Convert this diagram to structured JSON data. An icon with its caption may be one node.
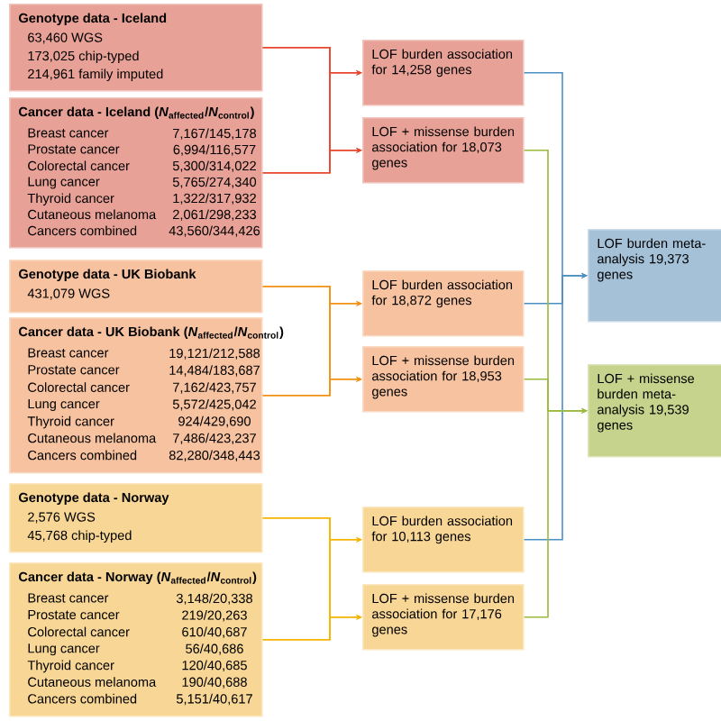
{
  "diagram": {
    "nodes": [
      {
        "text": [
          "Genotype data - Iceland",
          "63,460 WGS",
          "173,025 chip-typed",
          "214,961 family imputed"
        ]
      },
      {
        "text": [
          "Cancer data - Iceland (*N*$_{affected}$/*N*$_{control}$)",
          "Breast cancer",
          "7,167/145,178",
          "Prostate cancer",
          "6,994/116,577",
          "Colorectal cancer",
          "5,300/314,022",
          "Lung cancer",
          "5,765/274,340",
          "Thyroid cancer",
          "1,322/317,932",
          "Cutaneous melanoma",
          "2,061/298,233",
          "Cancers combined",
          "43,560/344,426"
        ]
      },
      {
        "text": [
          "LOF burden association for 14,258 genes"
        ]
      },
      {
        "text": [
          "LOF + missense burden association for 18,073 genes"
        ]
      },
      {
        "text": [
          "Genotype data - UK Biobank",
          "431,079 WGS"
        ]
      },
      {
        "text": [
          "Cancer data - UK Biobank (*N*$_{affected}$/*N*$_{control}$)",
          "Breast cancer",
          "19,121/212,588",
          "Prostate cancer",
          "14,484/183,687",
          "Colorectal cancer",
          "7,162/423,757",
          "Lung cancer",
          "5,572/425,042",
          "Thyroid cancer",
          "924/429,690",
          "Cutaneous melanoma",
          "7,486/423,237",
          "Cancers combined",
          "82,280/348,443"
        ]
      },
      {
        "text": [
          "LOF burden association for 18,872 genes"
        ]
      },
      {
        "text": [
          "LOF + missense burden association for 18,953 genes"
        ]
      },
      {
        "text": [
          "Genotype data - Norway",
          "2,576 WGS",
          "45,768 chip-typed"
        ]
      },
      {
        "text": [
          "Cancer data - Norway (*N*$_{affected}$/*N*$_{control}$)",
          "Breast cancer",
          "3,148/20,338",
          "Prostate cancer",
          "219/20,263",
          "Colorectal cancer",
          "610/40,687",
          "Lung cancer",
          "56/40,686",
          "Thyroid cancer",
          "120/40,685",
          "Cutaneous melanoma",
          "190/40,688",
          "Cancers combined",
          "5,151/40,617"
        ]
      },
      {
        "text": [
          "LOF burden association for 10,113 genes"
        ]
      },
      {
        "text": [
          "LOF + missense burden association for 17,176 genes"
        ]
      },
      {
        "text": [
          "LOF burden meta-analysis 19,373 genes"
        ]
      },
      {
        "text": [
          "LOF + missense burden meta-analysis 19,539 genes"
        ]
      }
    ],
    "edges": [
      {
        "from": 0,
        "to": 2,
        "arrow": "to",
        "color": "#e8452c"
      },
      {
        "from": 0,
        "to": 3,
        "arrow": "to",
        "color": "#e8452c"
      },
      {
        "from": 1,
        "to": 2,
        "arrow": "to",
        "color": "#e8452c"
      },
      {
        "from": 1,
        "to": 3,
        "arrow": "to",
        "color": "#e8452c"
      },
      {
        "from": 4,
        "to": 6,
        "arrow": "to",
        "color": "#f39112"
      },
      {
        "from": 4,
        "to": 7,
        "arrow": "to",
        "color": "#f39112"
      },
      {
        "from": 5,
        "to": 6,
        "arrow": "to",
        "color": "#f39112"
      },
      {
        "from": 5,
        "to": 7,
        "arrow": "to",
        "color": "#f39112"
      },
      {
        "from": 8,
        "to": 10,
        "arrow": "to",
        "color": "#f5b400"
      },
      {
        "from": 8,
        "to": 11,
        "arrow": "to",
        "color": "#f5b400"
      },
      {
        "from": 9,
        "to": 10,
        "arrow": "to",
        "color": "#f5b400"
      },
      {
        "from": 9,
        "to": 11,
        "arrow": "to",
        "color": "#f5b400"
      },
      {
        "from": 2,
        "to": 12,
        "arrow": "to",
        "color": "#4a90c2"
      },
      {
        "from": 6,
        "to": 12,
        "arrow": "to",
        "color": "#4a90c2"
      },
      {
        "from": 10,
        "to": 12,
        "arrow": "to",
        "color": "#4a90c2"
      },
      {
        "from": 3,
        "to": 13,
        "arrow": "to",
        "color": "#9aba3c"
      },
      {
        "from": 7,
        "to": 13,
        "arrow": "to",
        "color": "#9aba3c"
      },
      {
        "from": 11,
        "to": 13,
        "arrow": "to",
        "color": "#9aba3c"
      }
    ]
  }
}
